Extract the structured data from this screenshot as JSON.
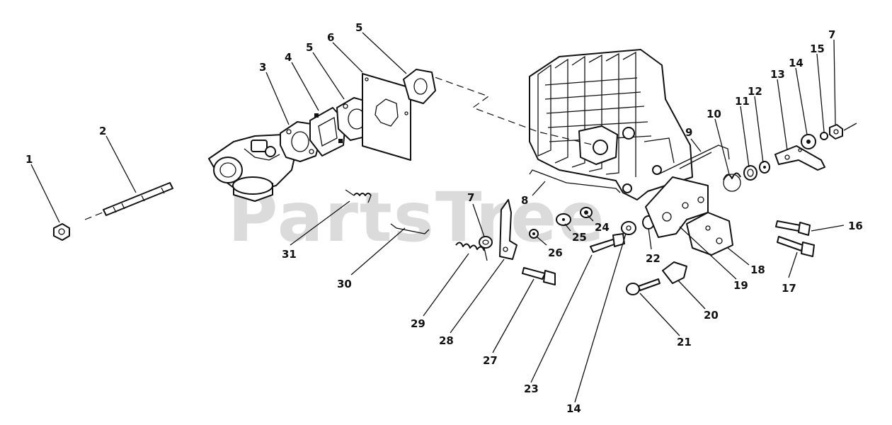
{
  "watermark": {
    "text": "PartsTree",
    "trademark": "™"
  },
  "callouts": {
    "c1": "1",
    "c2": "2",
    "c3": "3",
    "c4": "4",
    "c5a": "5",
    "c5b": "5",
    "c6": "6",
    "c7a": "7",
    "c7b": "7",
    "c8": "8",
    "c9": "9",
    "c10": "10",
    "c11": "11",
    "c12": "12",
    "c13": "13",
    "c14a": "14",
    "c14b": "14",
    "c15": "15",
    "c16": "16",
    "c17": "17",
    "c18": "18",
    "c19": "19",
    "c20": "20",
    "c21": "21",
    "c22": "22",
    "c23": "23",
    "c24": "24",
    "c25": "25",
    "c26": "26",
    "c27": "27",
    "c28": "28",
    "c29": "29",
    "c30": "30",
    "c31": "31"
  }
}
